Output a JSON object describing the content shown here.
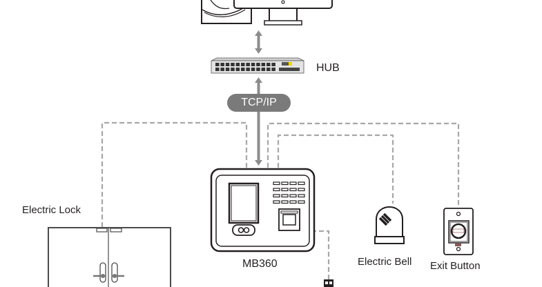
{
  "diagram": {
    "title": "MB360 network connection diagram",
    "colors": {
      "line": "#231f20",
      "dashed": "#a7a7a9",
      "arrow": "#8c8c8e",
      "pill": "#7a7a7a",
      "hub_body": "#e3e3e3",
      "hub_accent": "#f2d600"
    },
    "labels": {
      "hub": "HUB",
      "protocol": "TCP/IP",
      "device": "MB360",
      "electric_lock": "Electric Lock",
      "electric_bell": "Electric Bell",
      "exit_button": "Exit Button"
    },
    "nodes": [
      {
        "id": "pc",
        "icon": "computer-icon"
      },
      {
        "id": "hub",
        "icon": "network-switch-icon"
      },
      {
        "id": "mb360",
        "icon": "terminal-device-icon"
      },
      {
        "id": "electric-lock",
        "icon": "door-lock-icon"
      },
      {
        "id": "electric-bell",
        "icon": "bell-icon"
      },
      {
        "id": "exit-button",
        "icon": "exit-button-icon"
      }
    ],
    "connections": [
      {
        "from": "pc",
        "to": "hub",
        "style": "solid-arrow"
      },
      {
        "from": "hub",
        "to": "mb360",
        "style": "solid-arrow",
        "label": "TCP/IP"
      },
      {
        "from": "mb360",
        "to": "electric-lock",
        "style": "dashed"
      },
      {
        "from": "mb360",
        "to": "electric-bell",
        "style": "dashed"
      },
      {
        "from": "mb360",
        "to": "exit-button",
        "style": "dashed"
      },
      {
        "from": "mb360",
        "to": "power",
        "style": "dashed"
      }
    ]
  }
}
